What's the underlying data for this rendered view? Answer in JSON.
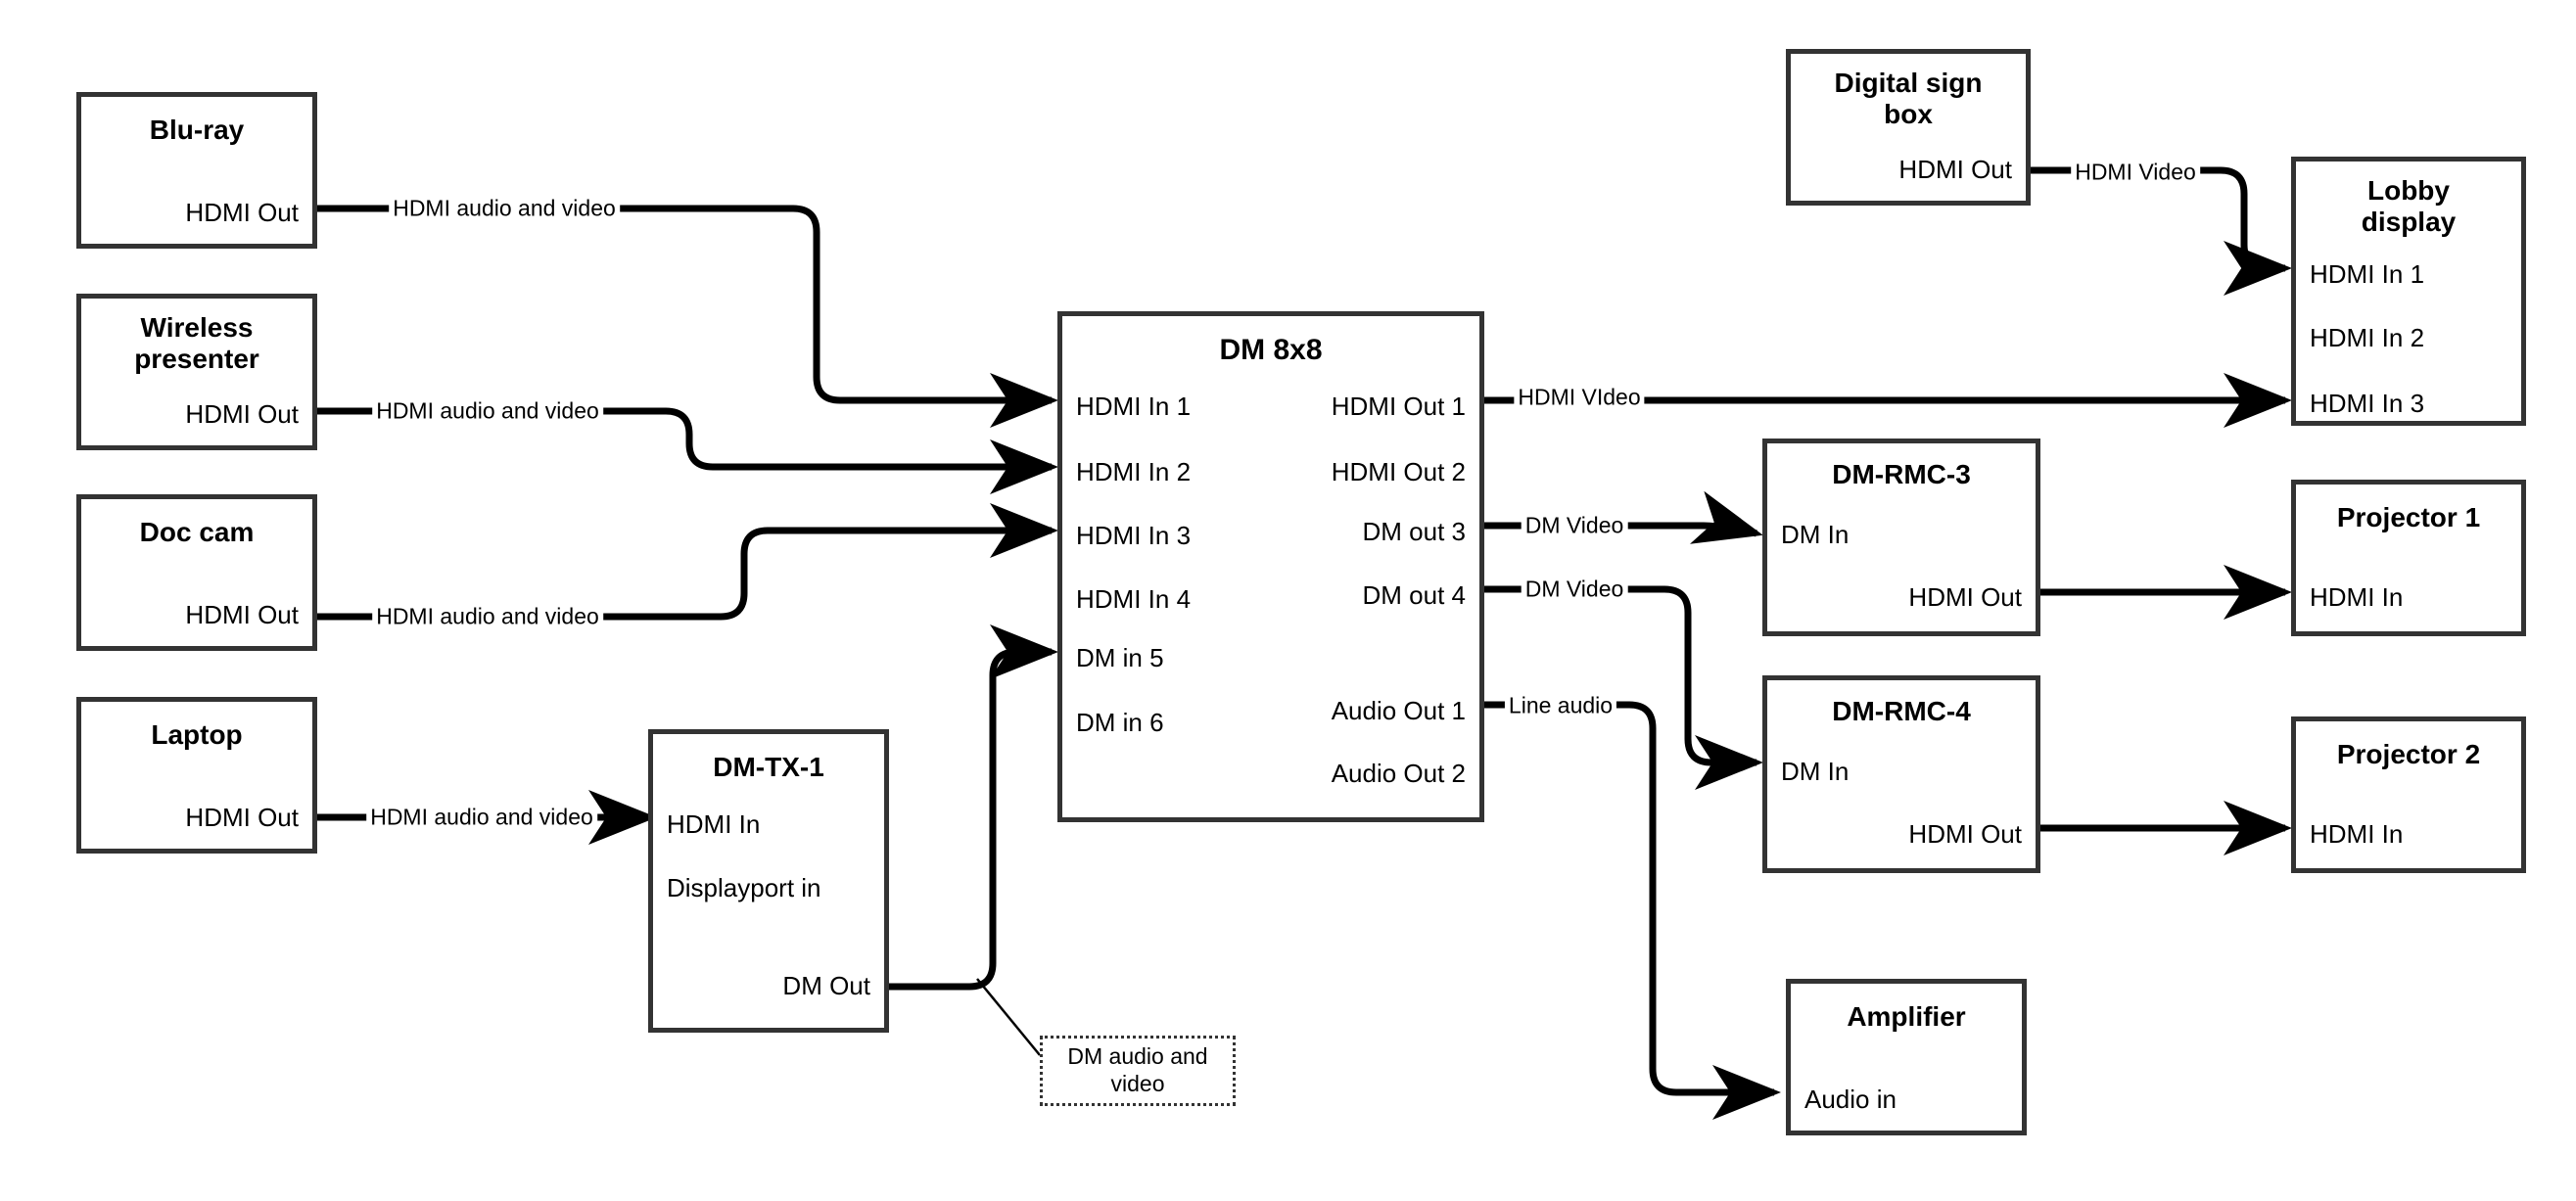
{
  "diagram": {
    "type": "av-signal-flow",
    "nodes": [
      {
        "id": "bluray",
        "title": "Blu-ray",
        "ports_left": [],
        "ports_right": [
          "HDMI Out"
        ]
      },
      {
        "id": "wireless",
        "title": "Wireless presenter",
        "ports_left": [],
        "ports_right": [
          "HDMI Out"
        ]
      },
      {
        "id": "doccam",
        "title": "Doc cam",
        "ports_left": [],
        "ports_right": [
          "HDMI Out"
        ]
      },
      {
        "id": "laptop",
        "title": "Laptop",
        "ports_left": [],
        "ports_right": [
          "HDMI Out"
        ]
      },
      {
        "id": "dmtx1",
        "title": "DM-TX-1",
        "ports_left": [
          "HDMI In",
          "Displayport in"
        ],
        "ports_right": [
          "DM Out"
        ]
      },
      {
        "id": "dm8x8",
        "title": "DM 8x8",
        "ports_left": [
          "HDMI In 1",
          "HDMI In 2",
          "HDMI In 3",
          "HDMI In 4",
          "DM in 5",
          "DM in 6"
        ],
        "ports_right": [
          "HDMI Out 1",
          "HDMI Out 2",
          "DM out 3",
          "DM out 4",
          "Audio Out 1",
          "Audio Out 2"
        ]
      },
      {
        "id": "signbox",
        "title": "Digital sign box",
        "ports_left": [],
        "ports_right": [
          "HDMI Out"
        ]
      },
      {
        "id": "lobby",
        "title": "Lobby display",
        "ports_left": [
          "HDMI In 1",
          "HDMI In 2",
          "HDMI In 3"
        ],
        "ports_right": []
      },
      {
        "id": "rmc3",
        "title": "DM-RMC-3",
        "ports_left": [
          "DM In"
        ],
        "ports_right": [
          "HDMI Out"
        ]
      },
      {
        "id": "rmc4",
        "title": "DM-RMC-4",
        "ports_left": [
          "DM In"
        ],
        "ports_right": [
          "HDMI Out"
        ]
      },
      {
        "id": "proj1",
        "title": "Projector 1",
        "ports_left": [
          "HDMI In"
        ],
        "ports_right": []
      },
      {
        "id": "proj2",
        "title": "Projector 2",
        "ports_left": [
          "HDMI In"
        ],
        "ports_right": []
      },
      {
        "id": "amp",
        "title": "Amplifier",
        "ports_left": [
          "Audio in"
        ],
        "ports_right": []
      }
    ],
    "edges": [
      {
        "id": "e1",
        "from": "bluray.HDMI Out",
        "to": "dm8x8.HDMI In 1",
        "label": "HDMI audio and video"
      },
      {
        "id": "e2",
        "from": "wireless.HDMI Out",
        "to": "dm8x8.HDMI In 2",
        "label": "HDMI audio and video"
      },
      {
        "id": "e3",
        "from": "doccam.HDMI Out",
        "to": "dm8x8.HDMI In 3",
        "label": "HDMI audio and video"
      },
      {
        "id": "e4",
        "from": "laptop.HDMI Out",
        "to": "dmtx1.HDMI In",
        "label": "HDMI audio and video"
      },
      {
        "id": "e5",
        "from": "dmtx1.DM Out",
        "to": "dm8x8.DM in 5",
        "label": "DM audio and video"
      },
      {
        "id": "e6",
        "from": "dm8x8.HDMI Out 1",
        "to": "lobby.HDMI In 3",
        "label": "HDMI VIdeo"
      },
      {
        "id": "e7",
        "from": "signbox.HDMI Out",
        "to": "lobby.HDMI In 1",
        "label": "HDMI Video"
      },
      {
        "id": "e8",
        "from": "dm8x8.DM out 3",
        "to": "rmc3.DM In",
        "label": "DM Video"
      },
      {
        "id": "e9",
        "from": "dm8x8.DM out 4",
        "to": "rmc4.DM In",
        "label": "DM Video"
      },
      {
        "id": "e10",
        "from": "dm8x8.Audio Out 1",
        "to": "amp.Audio in",
        "label": "Line audio"
      },
      {
        "id": "e11",
        "from": "rmc3.HDMI Out",
        "to": "proj1.HDMI In",
        "label": ""
      },
      {
        "id": "e12",
        "from": "rmc4.HDMI Out",
        "to": "proj2.HDMI In",
        "label": ""
      }
    ],
    "callouts": [
      {
        "id": "c1",
        "text": "DM audio and video",
        "attached_to": "e5"
      }
    ],
    "colors": {
      "stroke": "#333333",
      "wire": "#000000",
      "background": "#ffffff",
      "text": "#000000"
    }
  }
}
